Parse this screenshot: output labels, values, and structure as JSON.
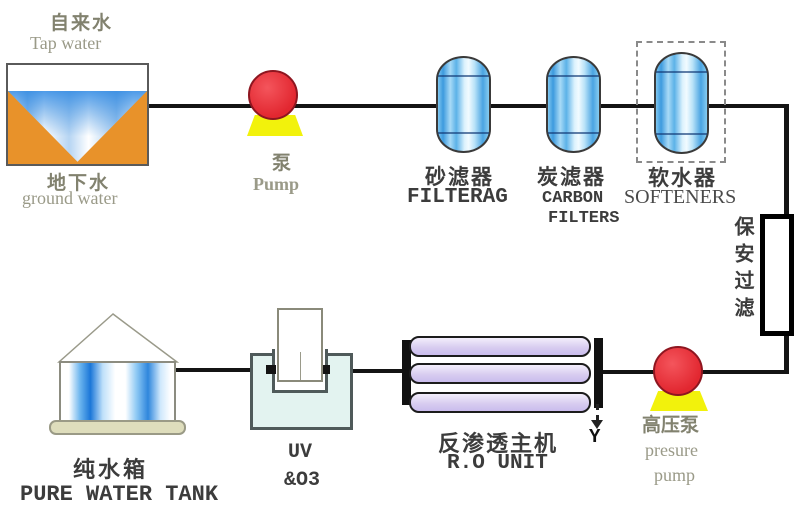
{
  "source_tank": {
    "label_top_cn": "自来水",
    "label_top_en": "Tap water",
    "label_bottom_cn": "地下水",
    "label_bottom_en": "ground water"
  },
  "pump": {
    "label_cn": "泵",
    "label_en": "Pump"
  },
  "sand_filter": {
    "label_cn": "砂滤器",
    "label_en": "FILTERAG"
  },
  "carbon_filter": {
    "label_cn": "炭滤器",
    "label_en_line1": "CARBON",
    "label_en_line2": "FILTERS"
  },
  "softener": {
    "label_cn": "软水器",
    "label_en": "SOFTENERS"
  },
  "security_filter": {
    "label_cn": "保安过滤"
  },
  "pressure_pump": {
    "label_cn": "高压泵",
    "label_en_line1": "presure",
    "label_en_line2": "pump"
  },
  "ro_unit": {
    "label_cn": "反渗透主机",
    "label_en": "R.O UNIT",
    "drain_label": "Y"
  },
  "uv_unit": {
    "label_line1": "UV",
    "label_line2": "&O3"
  },
  "pure_water_tank": {
    "label_cn": "纯水箱",
    "label_en": "PURE WATER TANK"
  },
  "colors": {
    "pipe": "#141414",
    "pump_red": "#e22730",
    "pump_base_yellow": "#f2f20c",
    "tank_orange": "#e8922a",
    "water_blue": "#2f86dc",
    "vessel_blue": "#5cb2e8",
    "membrane_lavender": "#d8cdf0",
    "uv_fill": "#e3f3f0",
    "tank_base_khaki": "#deddbc"
  }
}
